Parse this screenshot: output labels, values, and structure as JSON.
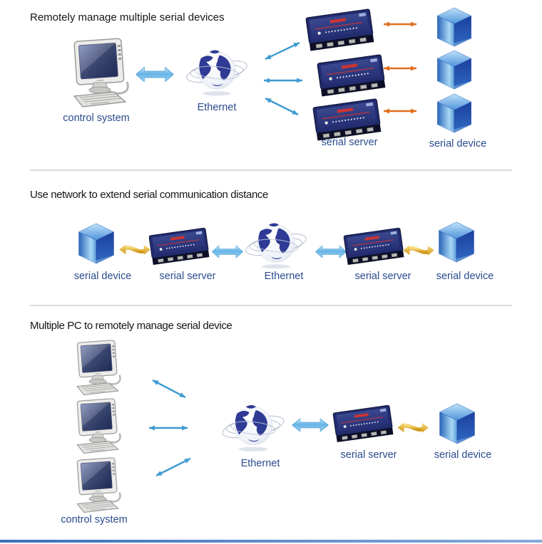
{
  "sections": [
    {
      "title": "Remotely manage multiple serial devices",
      "labels": {
        "control_system": "control system",
        "ethernet": "Ethernet",
        "serial_server": "serial server",
        "serial_device": "serial device"
      }
    },
    {
      "title": "Use network to extend serial communication distance",
      "labels": {
        "serial_device_left": "serial device",
        "serial_server_left": "serial server",
        "ethernet": "Ethernet",
        "serial_server_right": "serial server",
        "serial_device_right": "serial device"
      }
    },
    {
      "title": "Multiple PC to remotely manage serial device",
      "labels": {
        "control_system": "control system",
        "ethernet": "Ethernet",
        "serial_server": "serial server",
        "serial_device": "serial device"
      }
    }
  ],
  "icons": {
    "computer": "desktop-computer-icon",
    "globe": "ethernet-globe-icon",
    "server": "serial-server-icon",
    "cube": "serial-device-cube-icon",
    "thick_arrow": "thick-blue-double-arrow-icon",
    "thin_arrow_blue": "thin-blue-double-arrow-icon",
    "thin_arrow_orange": "thin-orange-double-arrow-icon",
    "gold_arrow": "gold-curved-double-arrow-icon"
  },
  "colors": {
    "label_text": "#2a4b8d",
    "title_text": "#161616",
    "thin_arrow_blue": "#3d9ad1",
    "thin_arrow_orange": "#e0701d",
    "gold_arrow": "#d9a31e",
    "thick_arrow_fill": "#7ec2ec",
    "divider": "#dadada",
    "footer_bar": "#3e6fba",
    "cube_blue": "#2a66b8",
    "server_navy": "#222c6e"
  }
}
